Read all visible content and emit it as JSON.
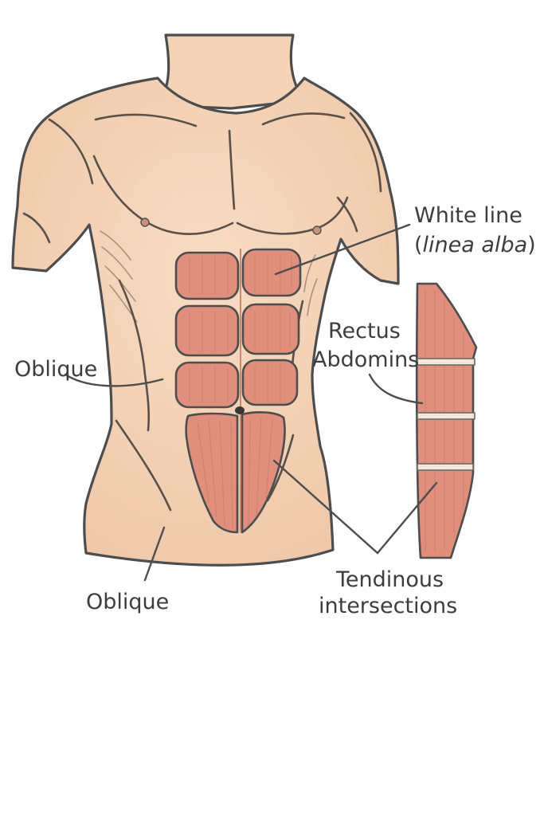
{
  "labels": {
    "white_line": "White line",
    "linea_alba_open": "(",
    "linea_alba": "linea alba",
    "linea_alba_close": ")",
    "rectus_line1": "Rectus",
    "rectus_line2": "Abdomins",
    "oblique_upper": "Oblique",
    "oblique_lower": "Oblique",
    "tendinous_line1": "Tendinous",
    "tendinous_line2": "intersections"
  },
  "colors": {
    "skin": "#f4d3b7",
    "muscle": "#df8f7c",
    "outline": "#4d4d4d",
    "label_text": "#3d3d3d"
  }
}
